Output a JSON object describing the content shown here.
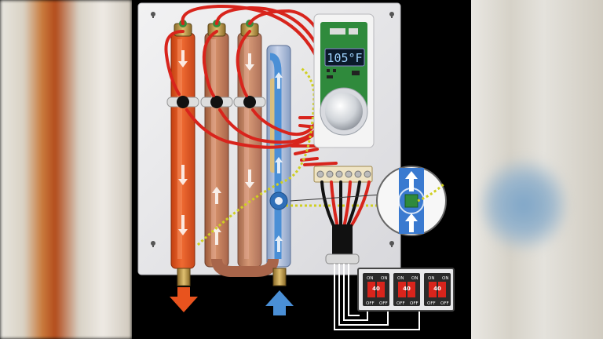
{
  "display": {
    "temperature": "105°F"
  },
  "breakers": [
    {
      "on": "ON",
      "off": "OFF",
      "rating": "40"
    },
    {
      "on": "ON",
      "off": "OFF",
      "rating": "40"
    },
    {
      "on": "ON",
      "off": "OFF",
      "rating": "40"
    }
  ],
  "colors": {
    "panel": "#e6e6e8",
    "hot": "#e8531e",
    "copper": "#c8703a",
    "cold": "#4a8fd6",
    "wire": "#d8241c",
    "circuit_board": "#2f8a3c"
  }
}
